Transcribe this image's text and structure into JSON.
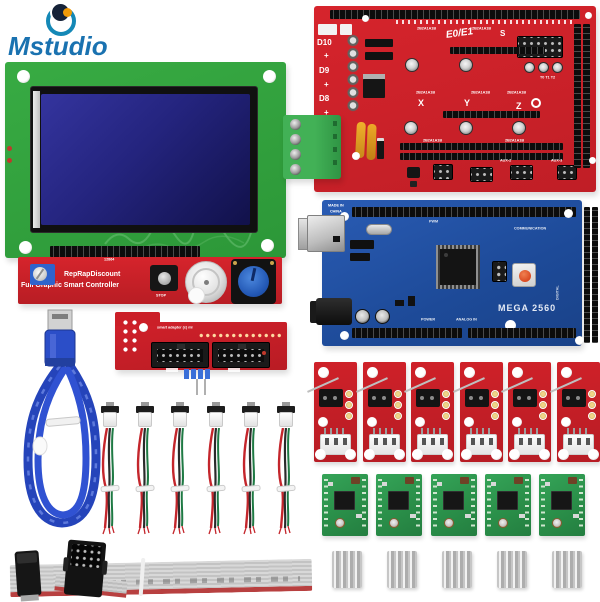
{
  "brand": {
    "name": "Mstudio"
  },
  "lcd_module": {
    "model": "12864",
    "maker": "RepRapDiscount",
    "title": "Full Graphic Smart Controller",
    "stop_label": "STOP"
  },
  "ramps_board": {
    "power_labels": [
      "D10",
      "+",
      "D9",
      "+",
      "D8",
      "+"
    ],
    "driver_pin_label": "2B2A1A1B",
    "extruder_label": "E0/E1",
    "servo_label": "S",
    "axis_x": "X",
    "axis_y": "Y",
    "axis_z": "Z",
    "thermistor_label": "T0 T1 T2",
    "aux2_label": "AUX-2",
    "aux3_label": "AUX-3"
  },
  "arduino_board": {
    "origin_line1": "MADE IN",
    "origin_line2": "CHINA",
    "model": "MEGA 2560",
    "label_pwm": "PWM",
    "label_communication": "COMMUNICATION",
    "label_power": "POWER",
    "label_analog_in": "ANALOG IN",
    "label_digital": "DIGITAL"
  },
  "smart_adapter": {
    "label": "smart adapter (c) ml"
  },
  "kit_counts": {
    "endstop_cables": 6,
    "endstop_switches": 6,
    "stepper_drivers": 5,
    "heatsinks": 5
  },
  "colors": {
    "background": "#ffffff",
    "pcb_red": "#d0232b",
    "pcb_green": "#33a23f",
    "arduino_blue": "#2253a8",
    "driver_green": "#2f9c50",
    "lcd_screen_blue": "#1e1e66",
    "usb_cable_blue": "#2b4ec8",
    "logo_blue": "#1a72b0",
    "logo_orange": "#f09a08",
    "heatsink_silver": "#d9d9d9",
    "fuse_yellow": "#e8a61e",
    "terminal_blue": "#2a63c8",
    "terminal_green": "#3aa850",
    "ribbon_gray": "#cccccc"
  }
}
